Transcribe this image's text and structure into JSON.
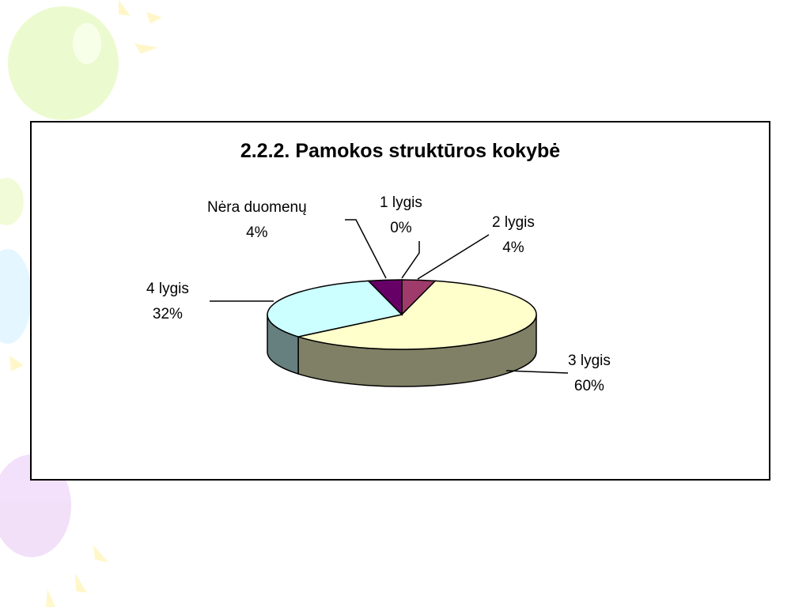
{
  "chart_data": {
    "type": "pie",
    "style": "3d",
    "title": "2.2.2. Pamokos struktūros kokybė",
    "slices": [
      {
        "category": "1 lygis",
        "label": "0%",
        "value": 0,
        "color": "#9E2A5E"
      },
      {
        "category": "2 lygis",
        "label": "4%",
        "value": 4,
        "color": "#9E3B6B"
      },
      {
        "category": "3 lygis",
        "label": "60%",
        "value": 60,
        "color": "#FFFFCC"
      },
      {
        "category": "4 lygis",
        "label": "32%",
        "value": 32,
        "color": "#CCFFFF"
      },
      {
        "category": "Nėra duomenų",
        "label": "4%",
        "value": 4,
        "color": "#660066"
      }
    ],
    "legend": "none"
  }
}
